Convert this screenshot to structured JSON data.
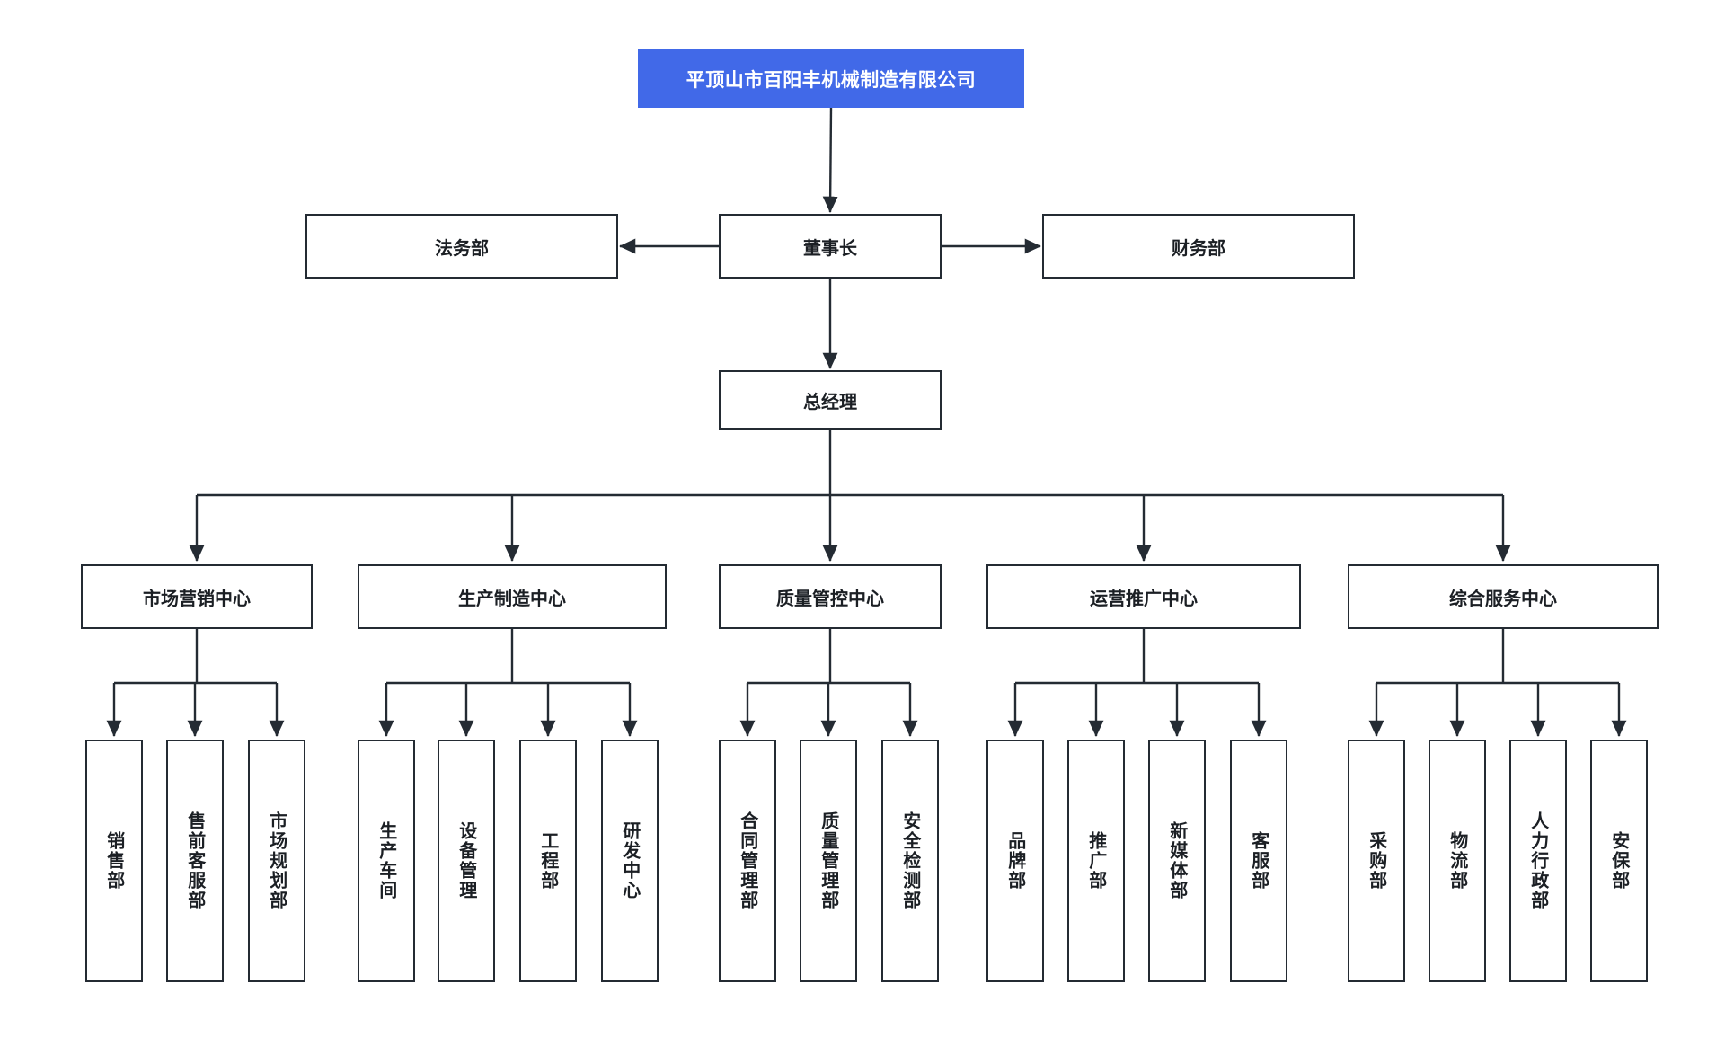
{
  "chart_type": "org-chart",
  "colors": {
    "root_fill": "#4169e8",
    "root_text": "#ffffff",
    "box_border": "#242b33",
    "box_fill": "#ffffff",
    "box_text": "#1b1f24",
    "connector": "#242b33",
    "page_background": "#ffffff"
  },
  "root": {
    "label": "平顶山市百阳丰机械制造有限公司"
  },
  "level2": {
    "left": {
      "label": "法务部"
    },
    "center": {
      "label": "董事长"
    },
    "right": {
      "label": "财务部"
    }
  },
  "level3": {
    "center": {
      "label": "总经理"
    }
  },
  "centers": [
    {
      "label": "市场营销中心",
      "children": [
        {
          "label": "销售部"
        },
        {
          "label": "售前客服部"
        },
        {
          "label": "市场规划部"
        }
      ]
    },
    {
      "label": "生产制造中心",
      "children": [
        {
          "label": "生产车间"
        },
        {
          "label": "设备管理"
        },
        {
          "label": "工程部"
        },
        {
          "label": "研发中心"
        }
      ]
    },
    {
      "label": "质量管控中心",
      "children": [
        {
          "label": "合同管理部"
        },
        {
          "label": "质量管理部"
        },
        {
          "label": "安全检测部"
        }
      ]
    },
    {
      "label": "运营推广中心",
      "children": [
        {
          "label": "品牌部"
        },
        {
          "label": "推广部"
        },
        {
          "label": "新媒体部"
        },
        {
          "label": "客服部"
        }
      ]
    },
    {
      "label": "综合服务中心",
      "children": [
        {
          "label": "采购部"
        },
        {
          "label": "物流部"
        },
        {
          "label": "人力行政部"
        },
        {
          "label": "安保部"
        }
      ]
    }
  ]
}
